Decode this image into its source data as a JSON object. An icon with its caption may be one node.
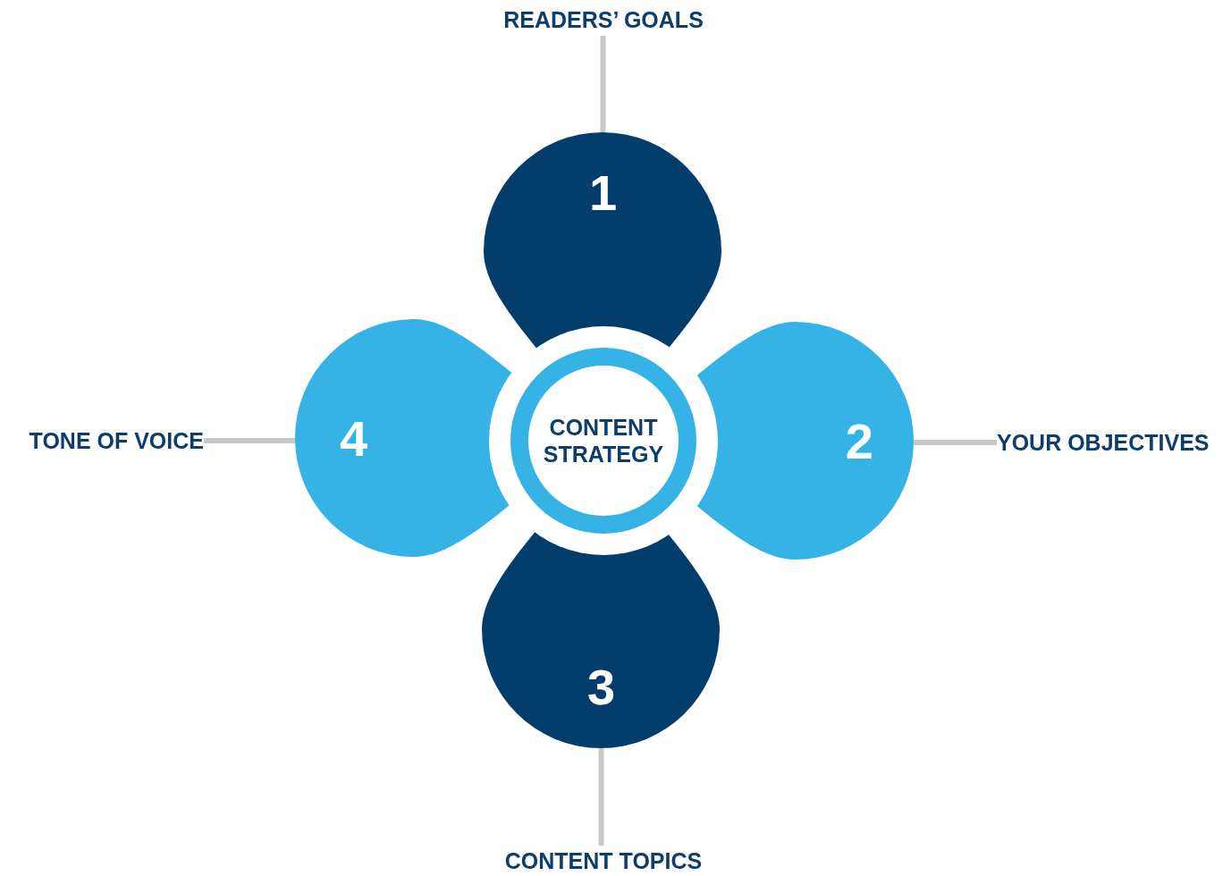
{
  "diagram": {
    "nodes": [
      {
        "text": [
          "CONTENT STRATEGY"
        ]
      },
      {
        "text": [
          "1"
        ]
      },
      {
        "text": [
          "2"
        ]
      },
      {
        "text": [
          "3"
        ]
      },
      {
        "text": [
          "4"
        ]
      },
      {
        "text": [
          "READERS’ GOALS"
        ]
      },
      {
        "text": [
          "YOUR OBJECTIVES"
        ]
      },
      {
        "text": [
          "CONTENT TOPICS"
        ]
      },
      {
        "text": [
          "TONE OF VOICE"
        ]
      }
    ],
    "edges": [
      {
        "from": 5,
        "to": 1,
        "arrow": "none"
      },
      {
        "from": 6,
        "to": 2,
        "arrow": "none"
      },
      {
        "from": 7,
        "to": 3,
        "arrow": "none"
      },
      {
        "from": 8,
        "to": 4,
        "arrow": "none"
      }
    ]
  }
}
